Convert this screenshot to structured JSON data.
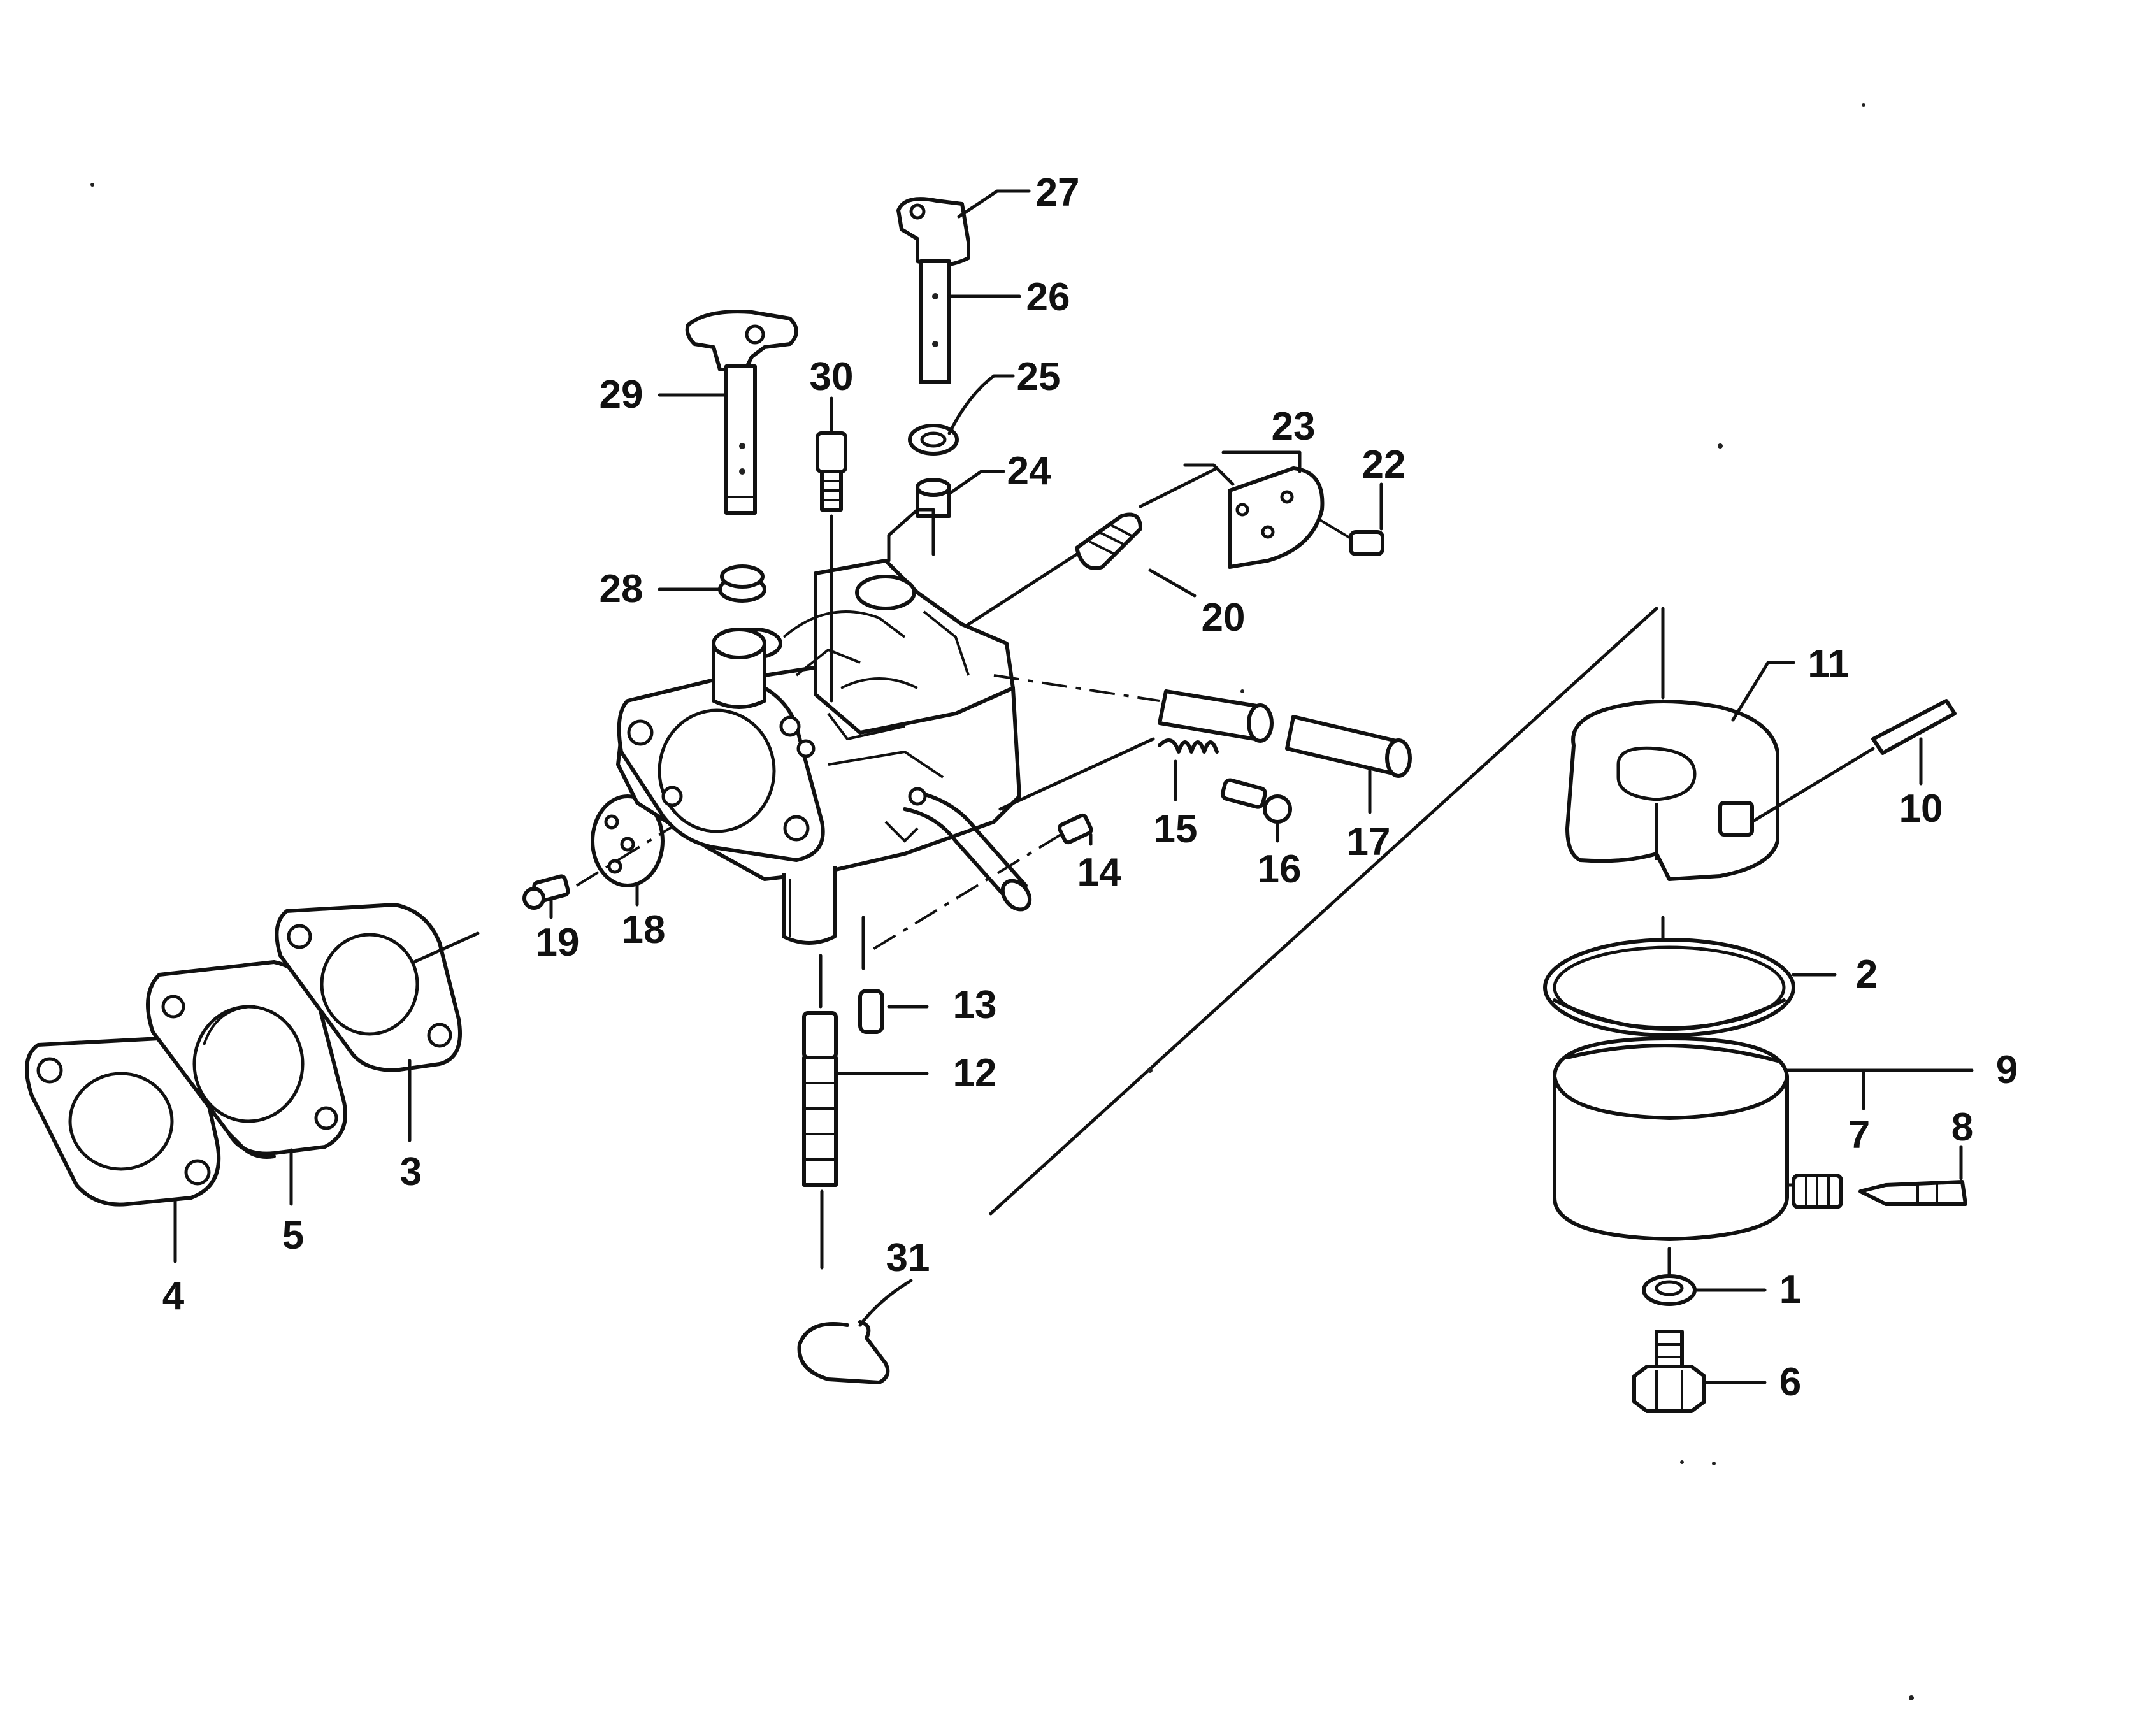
{
  "callouts": {
    "c1": "1",
    "c2": "2",
    "c3": "3",
    "c4": "4",
    "c5": "5",
    "c6": "6",
    "c7": "7",
    "c8": "8",
    "c9": "9",
    "c10": "10",
    "c11": "11",
    "c12": "12",
    "c13": "13",
    "c14": "14",
    "c15": "15",
    "c16": "16",
    "c17": "17",
    "c18": "18",
    "c19": "19",
    "c20": "20",
    "c22": "22",
    "c23": "23",
    "c24": "24",
    "c25": "25",
    "c26": "26",
    "c27": "27",
    "c28": "28",
    "c29": "29",
    "c30": "30",
    "c31": "31"
  }
}
